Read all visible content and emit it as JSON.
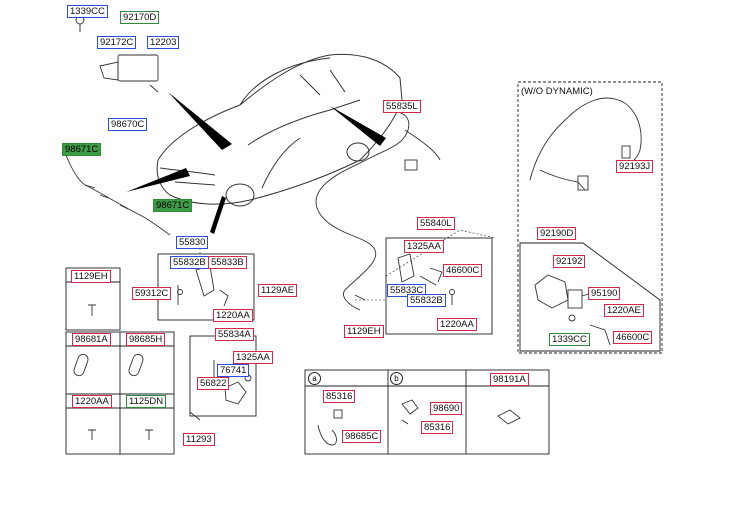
{
  "labels": {
    "l1339cc_top": "1339CC",
    "l92170d": "92170D",
    "l92172c": "92172C",
    "l12203": "12203",
    "l98670c": "98670C",
    "l98671c_a": "98671C",
    "l98671c_b": "98671C",
    "l55830": "55830",
    "l55835l": "55835L",
    "l55840l": "55840L",
    "l1325aa_a": "1325AA",
    "l46600c_a": "46600C",
    "l55833c": "55833C",
    "l55832b_a": "55832B",
    "l1220aa_a": "1220AA",
    "l1129eh_a": "1129EH",
    "l1129eh_b": "1129EH",
    "l55832b_b": "55832B",
    "l55833b": "55833B",
    "l59312c": "59312C",
    "l1129ae": "1129AE",
    "l1220aa_b": "1220AA",
    "l55834a": "55834A",
    "l1325aa_b": "1325AA",
    "l76741": "76741",
    "l56822": "56822",
    "l11293": "11293",
    "l98681a": "98681A",
    "l98685h": "98685H",
    "l1220aa_c": "1220AA",
    "l1125dn": "1125DN",
    "l92193j": "92193J",
    "l92190d": "92190D",
    "l92192": "92192",
    "l95190": "95190",
    "l1220ae": "1220AE",
    "l1339cc_b": "1339CC",
    "l46600c_b": "46600C",
    "l85316_a": "85316",
    "l98685c": "98685C",
    "l98690": "98690",
    "l85316_b": "85316",
    "l98191a": "98191A"
  },
  "captions": {
    "wo_dynamic": "(W/O DYNAMIC)",
    "sec_a": "a",
    "sec_b": "b"
  }
}
